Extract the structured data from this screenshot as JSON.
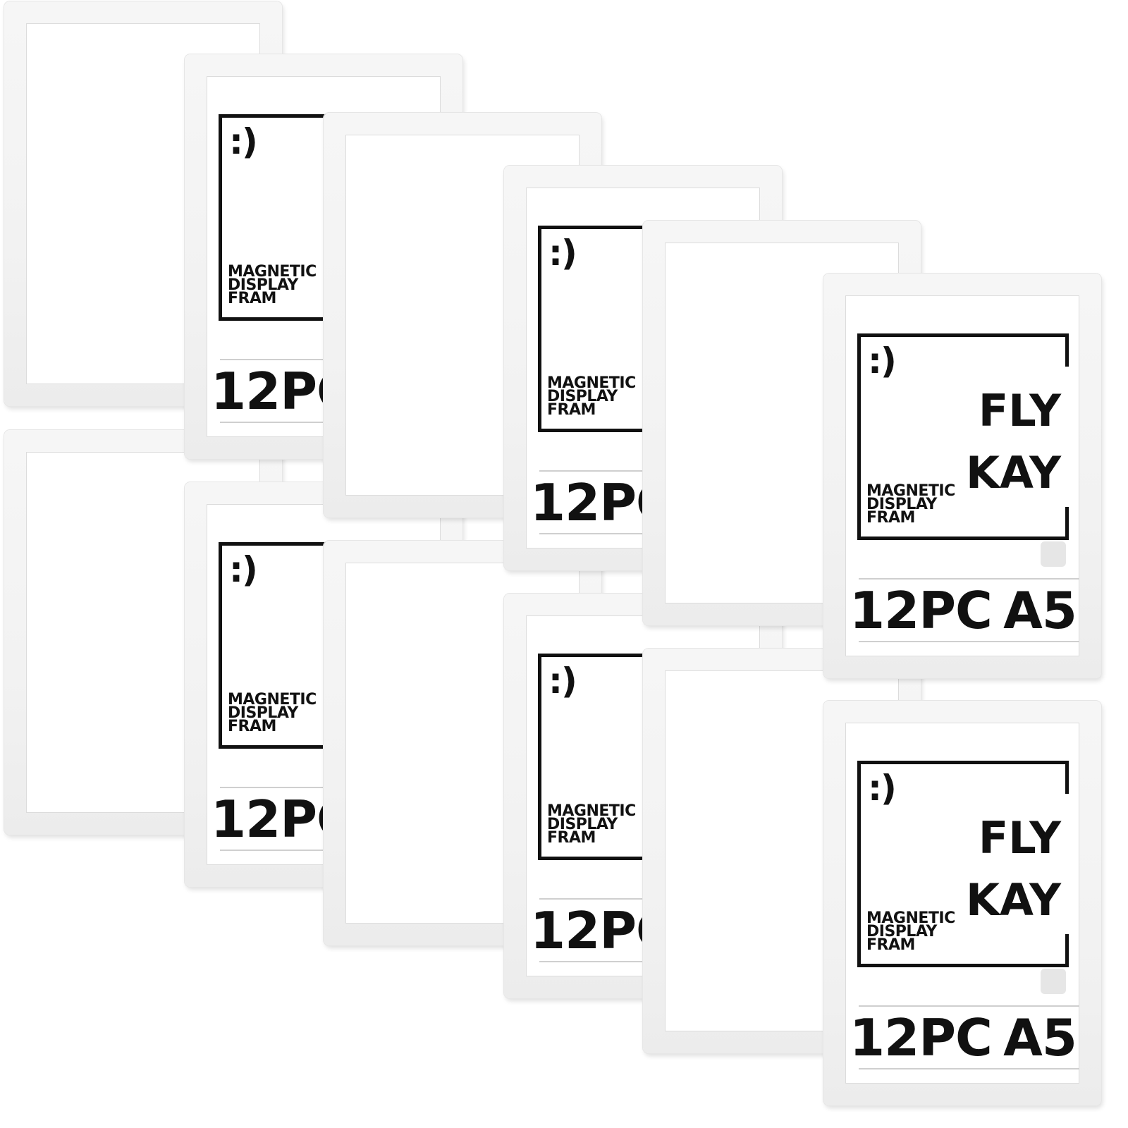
{
  "product": {
    "smiley": ":)",
    "brand_line1": "FLY",
    "brand_line2": "KAY",
    "subtitle_lines": [
      "MAGNETIC",
      "DISPLAY",
      "FRAM"
    ],
    "count": "12PC",
    "size": "A5"
  },
  "frame_color": "#f3f3f3",
  "ink_color": "#111111"
}
